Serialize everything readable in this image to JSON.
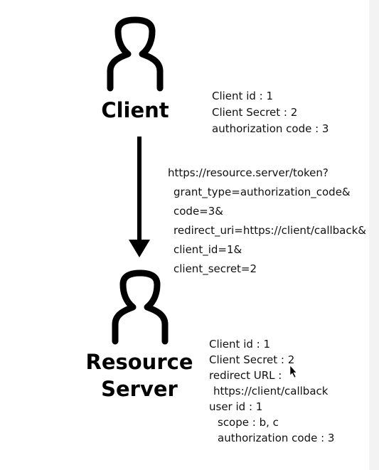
{
  "client": {
    "label": "Client",
    "info": [
      "Client id : 1",
      "Client Secret : 2",
      "authorization code : 3"
    ]
  },
  "request": {
    "url": "https://resource.server/token?",
    "params": [
      "grant_type=authorization_code&",
      "code=3&",
      "redirect_uri=https://client/callback&",
      "client_id=1&",
      "client_secret=2"
    ]
  },
  "server": {
    "label_line1": "Resource",
    "label_line2": "Server",
    "info": {
      "client_id": "Client id : 1",
      "client_secret": "Client Secret : 2",
      "redirect_label": "redirect URL :",
      "redirect_value": "https://client/callback",
      "user_id": "user id : 1",
      "scope": "scope : b, c",
      "auth_code": "authorization code : 3"
    }
  },
  "icons": {
    "client_icon": "person-outline-icon",
    "server_icon": "person-outline-icon",
    "arrow": "down-arrow-icon",
    "cursor": "mouse-cursor-icon"
  }
}
